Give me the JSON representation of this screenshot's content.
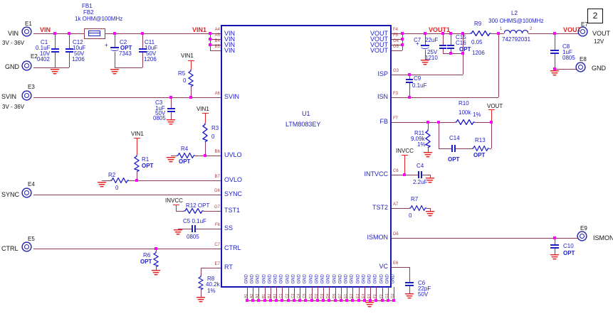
{
  "sheet": {
    "number": "2"
  },
  "ic": {
    "ref": "U1",
    "part": "LTM8083EY",
    "left_pins": [
      {
        "des": "A4",
        "name": "VIN"
      },
      {
        "des": "A5",
        "name": "VIN"
      },
      {
        "des": "B4",
        "name": "VIN"
      },
      {
        "des": "B5",
        "name": "VIN"
      },
      {
        "des": "A6",
        "name": "SVIN"
      },
      {
        "des": "B6",
        "name": "UVLO"
      },
      {
        "des": "B7",
        "name": "OVLO"
      },
      {
        "des": "G6",
        "name": "SYNC"
      },
      {
        "des": "G7",
        "name": "TST1"
      },
      {
        "des": "F6",
        "name": "SS"
      },
      {
        "des": "C7",
        "name": "CTRL"
      },
      {
        "des": "E7",
        "name": "RT"
      }
    ],
    "right_pins": [
      {
        "des": "F4",
        "name": "VOUT"
      },
      {
        "des": "F5",
        "name": "VOUT"
      },
      {
        "des": "G4",
        "name": "VOUT"
      },
      {
        "des": "G5",
        "name": "VOUT"
      },
      {
        "des": "G3",
        "name": "ISP"
      },
      {
        "des": "F3",
        "name": "ISN"
      },
      {
        "des": "F7",
        "name": "FB"
      },
      {
        "des": "C6",
        "name": "INTVCC"
      },
      {
        "des": "A7",
        "name": "TST2"
      },
      {
        "des": "D6",
        "name": "ISMON"
      },
      {
        "des": "E6",
        "name": "VC"
      }
    ],
    "bottom_pins": {
      "name": "GND",
      "designators": [
        "A1",
        "A2",
        "A3",
        "B1",
        "B2",
        "B3",
        "C1",
        "C2",
        "C3",
        "C4",
        "C5",
        "D1",
        "D2",
        "D3",
        "D4",
        "D5",
        "D7",
        "E1",
        "E2",
        "E3",
        "E4",
        "E5",
        "F1",
        "F2",
        "G1",
        "G2"
      ]
    }
  },
  "turrets": [
    {
      "ref": "E1",
      "name": "VIN",
      "note": "3V - 36V"
    },
    {
      "ref": "E2",
      "name": "GND"
    },
    {
      "ref": "E3",
      "name": "SVIN",
      "note": "3V - 36V"
    },
    {
      "ref": "E4",
      "name": "SYNC"
    },
    {
      "ref": "E5",
      "name": "CTRL"
    },
    {
      "ref": "E7",
      "name": "VOUT",
      "note": "12V"
    },
    {
      "ref": "E8",
      "name": "GND"
    },
    {
      "ref": "E9",
      "name": "ISMON"
    }
  ],
  "net_labels": {
    "vin": "VIN",
    "vin1": "VIN1",
    "vout1": "VOUT1",
    "vout": "VOUT",
    "invcc": "INVCC"
  },
  "symbols": {
    "plus": "+"
  },
  "components": {
    "FB1": [
      "FB1",
      "FB2",
      "1k OHM@100MHz"
    ],
    "C1": [
      "C1",
      "0.1uF",
      "10V",
      "0402"
    ],
    "C12": [
      "C12",
      "10uF",
      "50V",
      "1206"
    ],
    "C2": [
      "C2",
      "OPT",
      "7343"
    ],
    "C11": [
      "C11",
      "10uF",
      "50V",
      "1206"
    ],
    "C3": [
      "C3",
      "1uF",
      "50V",
      "0805"
    ],
    "R5": [
      "R5",
      "0"
    ],
    "R3": [
      "R3",
      "0"
    ],
    "R4": [
      "R4",
      "OPT"
    ],
    "R1": [
      "R1",
      "OPT"
    ],
    "R2": [
      "R2",
      "0"
    ],
    "R12": [
      "R12 OPT"
    ],
    "C5": [
      "C5 0.1uF",
      "0805"
    ],
    "R6": [
      "R6",
      "OPT"
    ],
    "R8": [
      "R8",
      "40.2k",
      "1%"
    ],
    "C7": [
      "C7",
      "22uF",
      "25V",
      "1210"
    ],
    "C15": [
      "C15",
      "C16",
      "OPT"
    ],
    "R9": [
      "R9",
      "0.05",
      "1206"
    ],
    "L2": {
      "lines": [
        "L2",
        "300 OHMS@100MHz",
        "742792031"
      ],
      "pins": [
        "1",
        "2"
      ]
    },
    "C8": [
      "C8",
      "1uF",
      "0805"
    ],
    "C9": [
      "C9",
      "0.1uF"
    ],
    "R10": [
      "R10",
      "100k",
      "1%"
    ],
    "R11": [
      "R11",
      "9.09k",
      "1%"
    ],
    "C14": [
      "C14",
      "OPT"
    ],
    "R13": [
      "R13",
      "OPT"
    ],
    "C4": [
      "C4",
      "2.2uF"
    ],
    "R7": [
      "R7",
      "0"
    ],
    "C10": [
      "C10",
      "OPT"
    ],
    "C6": [
      "C6",
      "22pF",
      "50V"
    ]
  }
}
